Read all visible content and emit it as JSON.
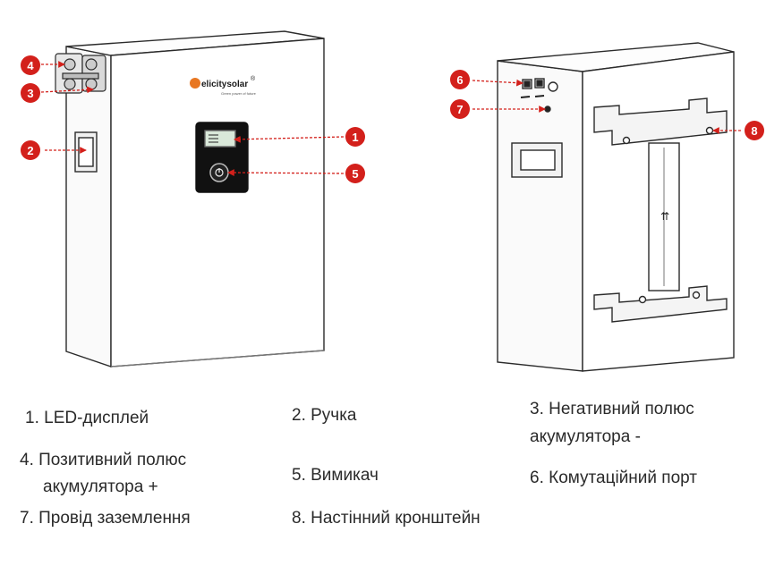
{
  "product": {
    "brand": "elicitysolar",
    "brand_mark": "®",
    "tagline": "Green power of future"
  },
  "callouts": [
    "1",
    "2",
    "3",
    "4",
    "5",
    "6",
    "7",
    "8"
  ],
  "legend": [
    {
      "line1": "1. LED-дисплей",
      "line2": ""
    },
    {
      "line1": "2. Ручка",
      "line2": ""
    },
    {
      "line1": "3. Негативний полюс",
      "line2": "акумулятора -"
    },
    {
      "line1": "4. Позитивний полюс",
      "line2": "акумулятора +"
    },
    {
      "line1": "5. Вимикач",
      "line2": ""
    },
    {
      "line1": "6. Комутаційний порт",
      "line2": ""
    },
    {
      "line1": "7. Провід заземлення",
      "line2": ""
    },
    {
      "line1": "8. Настінний кронштейн",
      "line2": ""
    }
  ],
  "colors": {
    "callout_red": "#d3201b",
    "outline": "#2b2b2b",
    "panel_black": "#111111",
    "logo_orange": "#e87722"
  }
}
